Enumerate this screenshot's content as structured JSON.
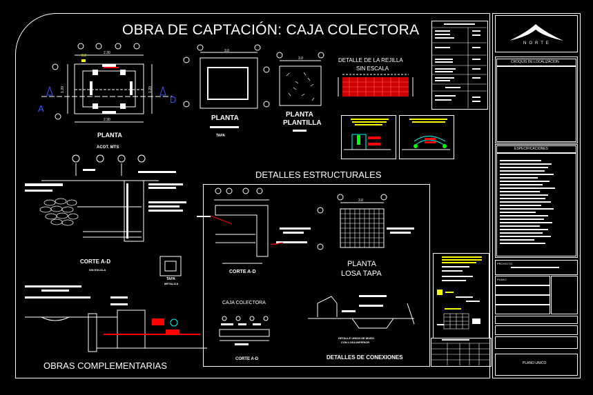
{
  "drawing": {
    "title": "OBRA DE CAPTACIÓN: CAJA COLECTORA",
    "north_label": "NORTE"
  },
  "plan_view": {
    "title": "PLANTA",
    "dim_top": "2.30",
    "dim_bottom": "2.30",
    "dim_left": "1.20",
    "dim_right": "1.20",
    "dim_small": "0.2",
    "section_a": "A",
    "section_d": "D",
    "note": "ACOT. MTS"
  },
  "plan2": {
    "title": "PLANTA",
    "dim_top": "3.0",
    "sub": "TAPA"
  },
  "plan3": {
    "title_1": "PLANTA",
    "title_2": "PLANTILLA",
    "dim_top": "3.0"
  },
  "grille": {
    "title_1": "DETALLE DE LA REJILLA",
    "title_2": "SIN ESCALA"
  },
  "section_ad": {
    "title": "CORTE  A-D",
    "sub": "SIN ESCALA"
  },
  "lid": {
    "title": "TAPA",
    "sub": "METALICA"
  },
  "structural": {
    "heading": "DETALLES ESTRUCTURALES",
    "corte_label": "CORTE  A-D",
    "losa_title_1": "PLANTA",
    "losa_title_2": "LOSA TAPA",
    "losa_dim": "3.0",
    "caja_label": "CAJA COLECTORA",
    "corte_small": "CORTE A-D",
    "connections_label": "DETALLES DE CONEXIONES",
    "union_note_1": "DETALLE UNION DE MURO",
    "union_note_2": "CON LOSA INFERIOR"
  },
  "complementary": {
    "heading": "OBRAS COMPLEMENTARIAS"
  },
  "title_block": {
    "location_header": "CROQUIS DE LOCALIZACION",
    "specs_header": "ESPECIFICACIONES",
    "project_label": "PROYECTO",
    "plano_label": "PLANO",
    "sheet_label": "PLANO UNICO"
  },
  "colors": {
    "background": "#000000",
    "line": "#ffffff",
    "red": "#ff0000",
    "yellow": "#ffff00",
    "blue": "#3355ff",
    "cyan": "#00ffff",
    "green": "#00ff00"
  }
}
